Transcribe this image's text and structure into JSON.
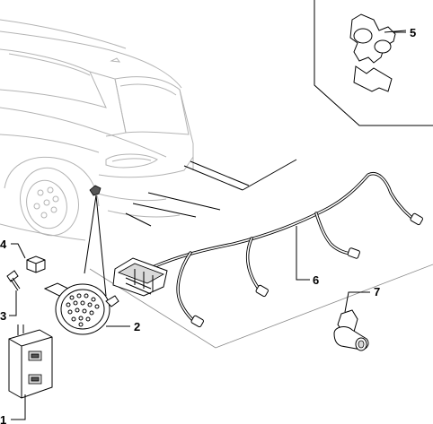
{
  "callouts": [
    {
      "id": "1",
      "label": "1"
    },
    {
      "id": "2",
      "label": "2"
    },
    {
      "id": "3",
      "label": "3"
    },
    {
      "id": "4",
      "label": "4"
    },
    {
      "id": "5",
      "label": "5"
    },
    {
      "id": "6",
      "label": "6"
    },
    {
      "id": "7",
      "label": "7"
    }
  ],
  "colors": {
    "line": "#000000",
    "vehicle": "#b4b4b4",
    "part_shade": "#d9d9d9"
  }
}
